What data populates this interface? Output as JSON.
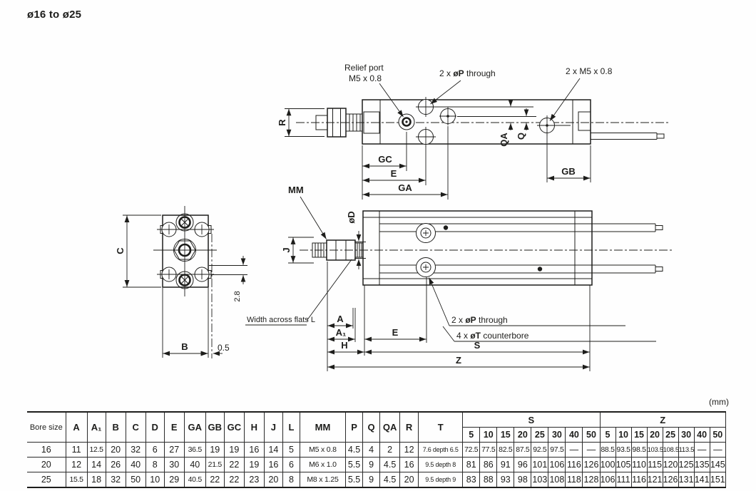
{
  "page": {
    "title": "ø16 to ø25",
    "unit_label": "(mm)"
  },
  "drawing": {
    "top_view": {
      "relief_port_label_1": "Relief port",
      "relief_port_label_2": "M5 x 0.8",
      "p_through_prefix": "2 x ",
      "p_through_bold": "øP",
      "p_through_suffix": " through",
      "m5_label": "2 x M5 x 0.8",
      "dim_r": "R",
      "dim_qa": "QA",
      "dim_q": "Q",
      "dim_gc": "GC",
      "dim_e": "E",
      "dim_ga": "GA",
      "dim_gb": "GB"
    },
    "side_view": {
      "mm_label": "MM",
      "od_label": "øD",
      "dim_j": "J",
      "width_across_flats_label": "Width across flats L",
      "dim_a": "A",
      "dim_a1": "A₁",
      "dim_h": "H",
      "dim_e": "E",
      "dim_s": "S",
      "dim_z": "Z",
      "p_through_prefix": "2 x ",
      "p_through_bold": "øP",
      "p_through_suffix": " through",
      "t_counterbore_prefix": "4 x ",
      "t_counterbore_bold": "øT",
      "t_counterbore_suffix": " counterbore"
    },
    "end_view": {
      "dim_c": "C",
      "dim_b": "B",
      "dim_2_8": "2.8",
      "dim_0_5": "0.5"
    }
  },
  "table": {
    "col_headers": [
      "Bore size",
      "A",
      "A₁",
      "B",
      "C",
      "D",
      "E",
      "GA",
      "GB",
      "GC",
      "H",
      "J",
      "L",
      "MM",
      "P",
      "Q",
      "QA",
      "R",
      "T"
    ],
    "s_group_label": "S",
    "z_group_label": "Z",
    "stroke_cols": [
      "5",
      "10",
      "15",
      "20",
      "25",
      "30",
      "40",
      "50"
    ],
    "rows": [
      [
        "16",
        "11",
        "12.5",
        "20",
        "32",
        "6",
        "27",
        "36.5",
        "19",
        "19",
        "16",
        "14",
        "5",
        "M5 x 0.8",
        "4.5",
        "4",
        "2",
        "12",
        "7.6 depth 6.5",
        "72.5",
        "77.5",
        "82.5",
        "87.5",
        "92.5",
        "97.5",
        "—",
        "—",
        "88.5",
        "93.5",
        "98.5",
        "103.5",
        "108.5",
        "113.5",
        "—",
        "—"
      ],
      [
        "20",
        "12",
        "14",
        "26",
        "40",
        "8",
        "30",
        "40",
        "21.5",
        "22",
        "19",
        "16",
        "6",
        "M6 x 1.0",
        "5.5",
        "9",
        "4.5",
        "16",
        "9.5 depth 8",
        "81",
        "86",
        "91",
        "96",
        "101",
        "106",
        "116",
        "126",
        "100",
        "105",
        "110",
        "115",
        "120",
        "125",
        "135",
        "145"
      ],
      [
        "25",
        "15.5",
        "18",
        "32",
        "50",
        "10",
        "29",
        "40.5",
        "22",
        "22",
        "23",
        "20",
        "8",
        "M8 x 1.25",
        "5.5",
        "9",
        "4.5",
        "20",
        "9.5 depth 9",
        "83",
        "88",
        "93",
        "98",
        "103",
        "108",
        "118",
        "128",
        "106",
        "111",
        "116",
        "121",
        "126",
        "131",
        "141",
        "151"
      ]
    ]
  }
}
